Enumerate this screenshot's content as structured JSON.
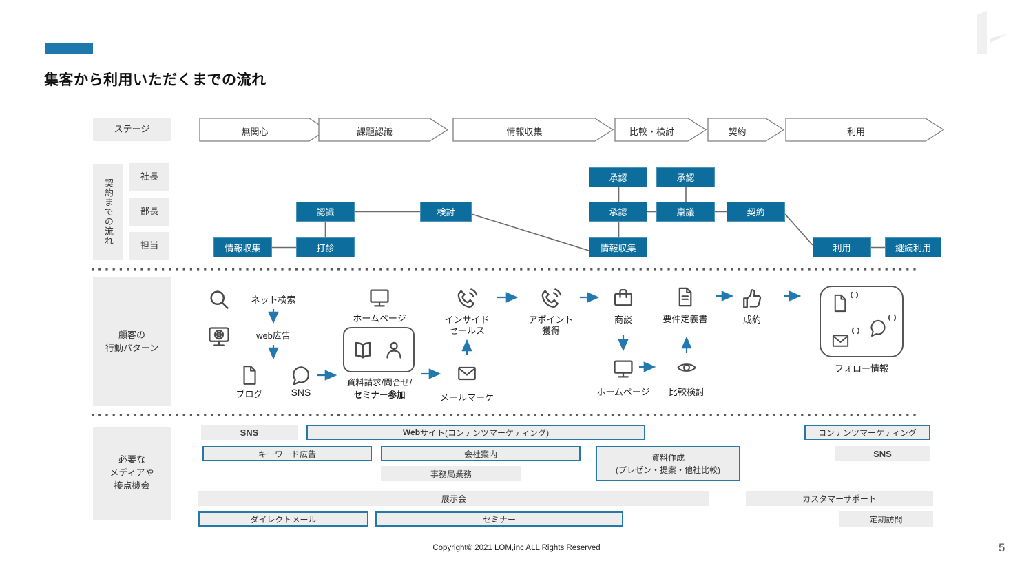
{
  "page": {
    "title": "集客から利用いただくまでの流れ",
    "page_number": "5",
    "copyright": "Copyright© 2021 LOM,inc ALL Rights Reserved"
  },
  "colors": {
    "accent_blue": "#1f78ab",
    "flow_box_blue": "#0d6d9d",
    "bar_border_blue": "#2579a6",
    "icon_gray": "#4a4a4a"
  },
  "stage": {
    "label": "ステージ",
    "steps": [
      "無関心",
      "課題認識",
      "情報収集",
      "比較・検討",
      "契約",
      "利用"
    ]
  },
  "contract": {
    "label": "契約までの流れ",
    "roles": [
      "社長",
      "部長",
      "担当"
    ],
    "nodes": {
      "info1": "情報収集",
      "dashin": "打診",
      "ninshiki": "認識",
      "kento": "検討",
      "approve_top1": "承認",
      "approve_top2": "承認",
      "approve_mid": "承認",
      "ringi": "稟議",
      "keiyaku": "契約",
      "info2": "情報収集",
      "riyo": "利用",
      "keizoku": "継続利用"
    }
  },
  "behavior": {
    "label_line1": "顧客の",
    "label_line2": "行動パターン",
    "net_search": "ネット検索",
    "web_ad": "web広告",
    "blog": "ブログ",
    "sns": "SNS",
    "homepage_top": "ホームページ",
    "request_line1": "資料請求/問合せ/",
    "request_line2": "セミナー参加",
    "mail_marketing": "メールマーケ",
    "inside_sales_line1": "インサイド",
    "inside_sales_line2": "セールス",
    "appointment_line1": "アポイント",
    "appointment_line2": "獲得",
    "negotiation": "商談",
    "homepage_bottom": "ホームページ",
    "comparison": "比較検討",
    "requirements": "要件定義書",
    "closing": "成約",
    "follow": "フォロー情報"
  },
  "media": {
    "label_line1": "必要な",
    "label_line2": "メディアや",
    "label_line3": "接点機会",
    "sns_left": "SNS",
    "website_bold": "Web",
    "website_rest": "サイト(コンテンツマーケティング)",
    "content_marketing": "コンテンツマーケティング",
    "keyword_ad": "キーワード広告",
    "company_guide": "会社案内",
    "sns_right": "SNS",
    "doc_creation_line1": "資料作成",
    "doc_creation_line2": "(プレゼン・提案・他社比較)",
    "office_work": "事務局業務",
    "exhibition": "展示会",
    "customer_support": "カスタマーサポート",
    "direct_mail": "ダイレクトメール",
    "seminar": "セミナー",
    "regular_visit": "定期訪問"
  }
}
